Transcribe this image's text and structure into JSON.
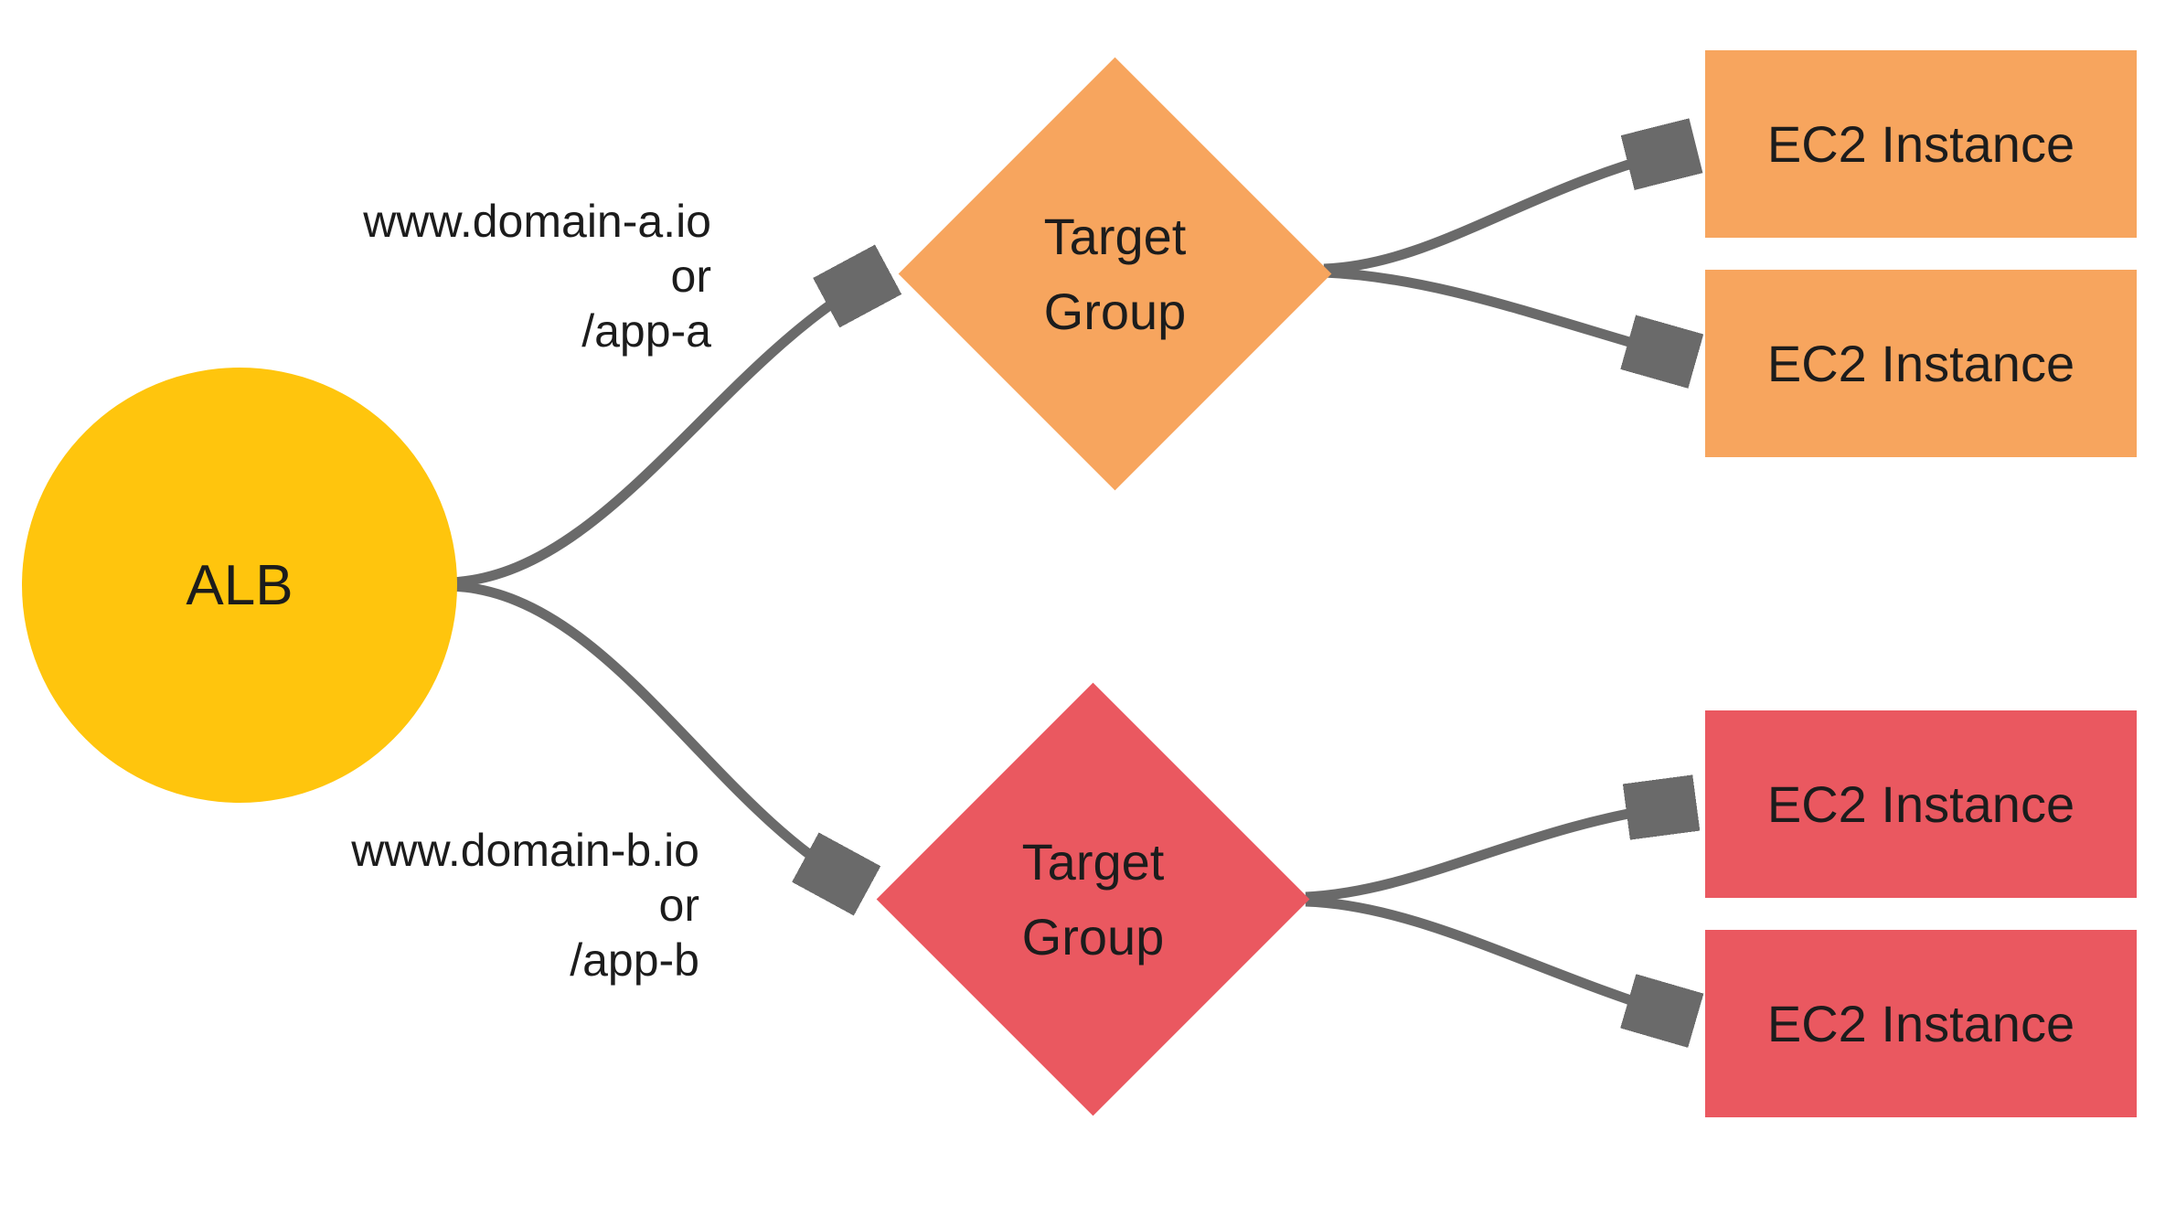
{
  "colors": {
    "alb": "#FFC50D",
    "target_group_a": "#F7A55E",
    "target_group_b": "#EA5860",
    "arrow": "#6A6A6A",
    "text": "#1C1C1C"
  },
  "alb": {
    "label": "ALB"
  },
  "routes": [
    {
      "rule_lines": [
        "www.domain-a.io",
        "or",
        "/app-a"
      ],
      "target_group": {
        "lines": [
          "Target",
          "Group"
        ]
      },
      "instances": [
        "EC2 Instance",
        "EC2 Instance"
      ]
    },
    {
      "rule_lines": [
        "www.domain-b.io",
        "or",
        "/app-b"
      ],
      "target_group": {
        "lines": [
          "Target",
          "Group"
        ]
      },
      "instances": [
        "EC2 Instance",
        "EC2 Instance"
      ]
    }
  ]
}
